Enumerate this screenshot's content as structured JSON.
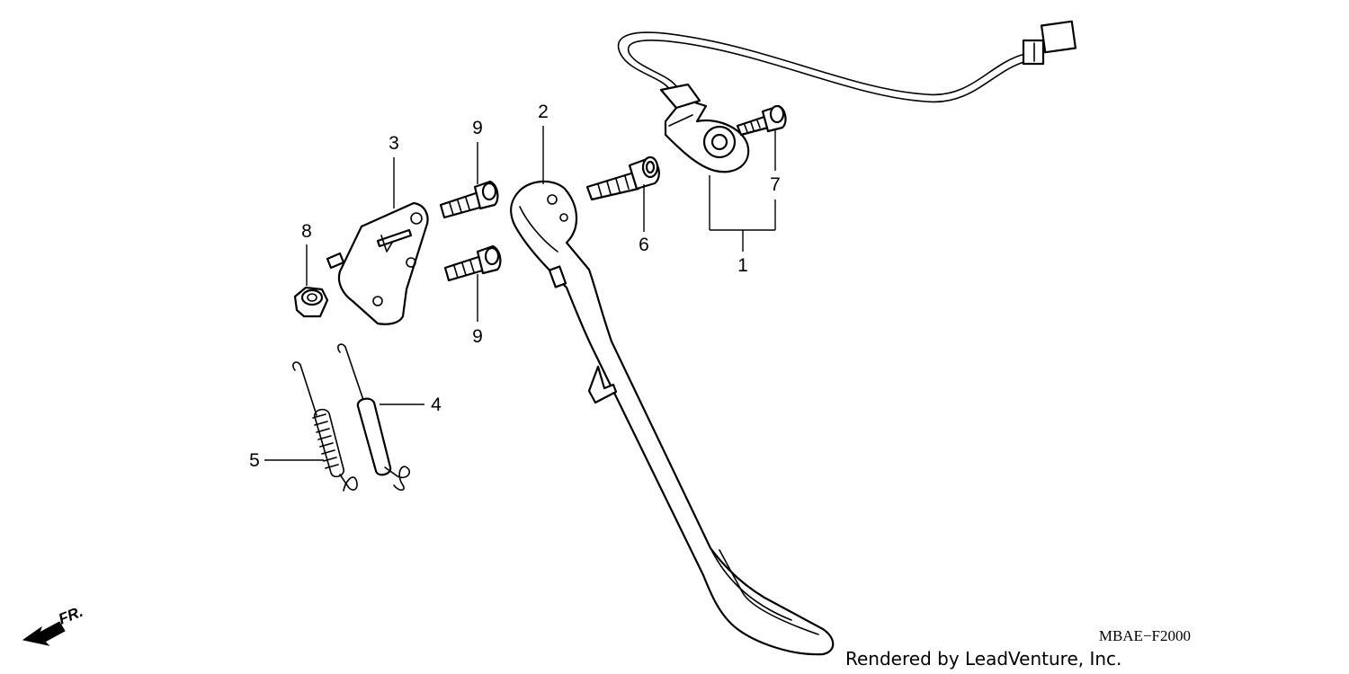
{
  "callouts": {
    "c1": "1",
    "c2": "2",
    "c3": "3",
    "c4": "4",
    "c5": "5",
    "c6": "6",
    "c7": "7",
    "c8": "8",
    "c9a": "9",
    "c9b": "9"
  },
  "diagram_code": "MBAE−F2000",
  "credit": "Rendered by LeadVenture, Inc.",
  "direction_label": "FR.",
  "icons": {
    "direction": "front-arrow-icon"
  }
}
